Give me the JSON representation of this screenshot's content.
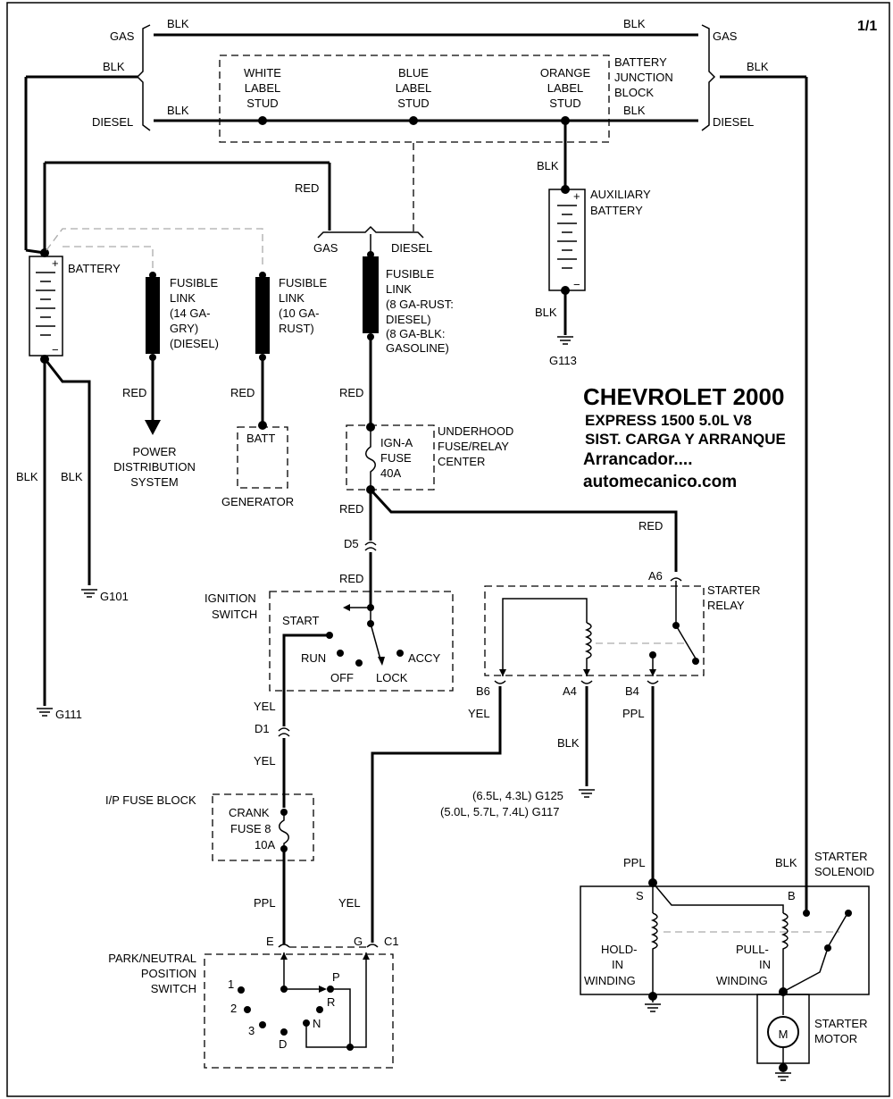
{
  "page": "1/1",
  "header": {
    "gas_left": "GAS",
    "gas_right": "GAS",
    "blk_gas_left": "BLK",
    "blk_gas_right": "BLK",
    "blk_left": "BLK",
    "blk_right": "BLK",
    "diesel_left": "DIESEL",
    "diesel_right": "DIESEL",
    "blk_diesel_left": "BLK",
    "blk_diesel_right": "BLK"
  },
  "junction_block": {
    "white_stud": [
      "WHITE",
      "LABEL",
      "STUD"
    ],
    "blue_stud": [
      "BLUE",
      "LABEL",
      "STUD"
    ],
    "orange_stud": [
      "ORANGE",
      "LABEL",
      "STUD"
    ],
    "label": [
      "BATTERY",
      "JUNCTION",
      "BLOCK"
    ]
  },
  "aux_battery": {
    "wire_top": "BLK",
    "label": [
      "AUXILIARY",
      "BATTERY"
    ],
    "wire_bottom": "BLK",
    "ground": "G113"
  },
  "battery": {
    "label": "BATTERY",
    "wire_red": "RED",
    "plus": "+",
    "minus": "−",
    "blk_a": "BLK",
    "blk_b": "BLK",
    "ground_a": "G101",
    "ground_b": "G111"
  },
  "gas_diesel": {
    "gas": "GAS",
    "diesel": "DIESEL"
  },
  "fusible_links": [
    {
      "label": [
        "FUSIBLE",
        "LINK",
        "(14 GA-",
        "GRY)",
        "(DIESEL)"
      ],
      "wire": "RED",
      "dest": [
        "POWER",
        "DISTRIBUTION",
        "SYSTEM"
      ]
    },
    {
      "label": [
        "FUSIBLE",
        "LINK",
        "(10 GA-",
        "RUST)"
      ],
      "wire": "RED",
      "dest_stud": "BATT",
      "dest": "GENERATOR"
    },
    {
      "label": [
        "FUSIBLE",
        "LINK",
        "(8 GA-RUST:",
        "DIESEL)",
        "(8 GA-BLK:",
        "GASOLINE)"
      ],
      "wire": "RED"
    }
  ],
  "underhood": {
    "fuse": [
      "IGN-A",
      "FUSE",
      "40A"
    ],
    "label": [
      "UNDERHOOD",
      "FUSE/RELAY",
      "CENTER"
    ],
    "wire_out": "RED",
    "wire_relay": "RED"
  },
  "connectors": {
    "d5": "D5",
    "d1": "D1",
    "wire_after_d5": "RED",
    "wire_yel_a": "YEL",
    "wire_yel_b": "YEL"
  },
  "ignition": {
    "label": [
      "IGNITION",
      "SWITCH"
    ],
    "start": "START",
    "run": "RUN",
    "off": "OFF",
    "lock": "LOCK",
    "accy": "ACCY"
  },
  "ip_fuse": {
    "label": "I/P FUSE BLOCK",
    "fuse": [
      "CRANK",
      "FUSE 8",
      "10A"
    ],
    "wire_out": "PPL"
  },
  "pn_switch": {
    "label": [
      "PARK/NEUTRAL",
      "POSITION",
      "SWITCH"
    ],
    "e": "E",
    "g": "G",
    "c1": "C1",
    "positions": [
      "1",
      "2",
      "3",
      "D",
      "N",
      "R",
      "P"
    ],
    "wire_yel": "YEL"
  },
  "relay": {
    "label": [
      "STARTER",
      "RELAY"
    ],
    "a6": "A6",
    "b6": "B6",
    "a4": "A4",
    "b4": "B4",
    "wire_b6": "YEL",
    "wire_a4": "BLK",
    "wire_b4": "PPL",
    "ground_a": "(6.5L, 4.3L) G125",
    "ground_b": "(5.0L, 5.7L, 7.4L) G117"
  },
  "solenoid": {
    "label": [
      "STARTER",
      "SOLENOID"
    ],
    "wire_s": "PPL",
    "wire_b": "BLK",
    "s": "S",
    "b": "B",
    "hold": [
      "HOLD-",
      "IN",
      "WINDING"
    ],
    "pull": [
      "PULL-",
      "IN",
      "WINDING"
    ]
  },
  "motor": {
    "label": [
      "STARTER",
      "MOTOR"
    ],
    "symbol": "M"
  },
  "title": {
    "line1": "CHEVROLET 2000",
    "line2": "EXPRESS 1500  5.0L  V8",
    "line3": "SIST. CARGA Y ARRANQUE",
    "line4": "Arrancador....",
    "line5": "automecanico.com"
  }
}
